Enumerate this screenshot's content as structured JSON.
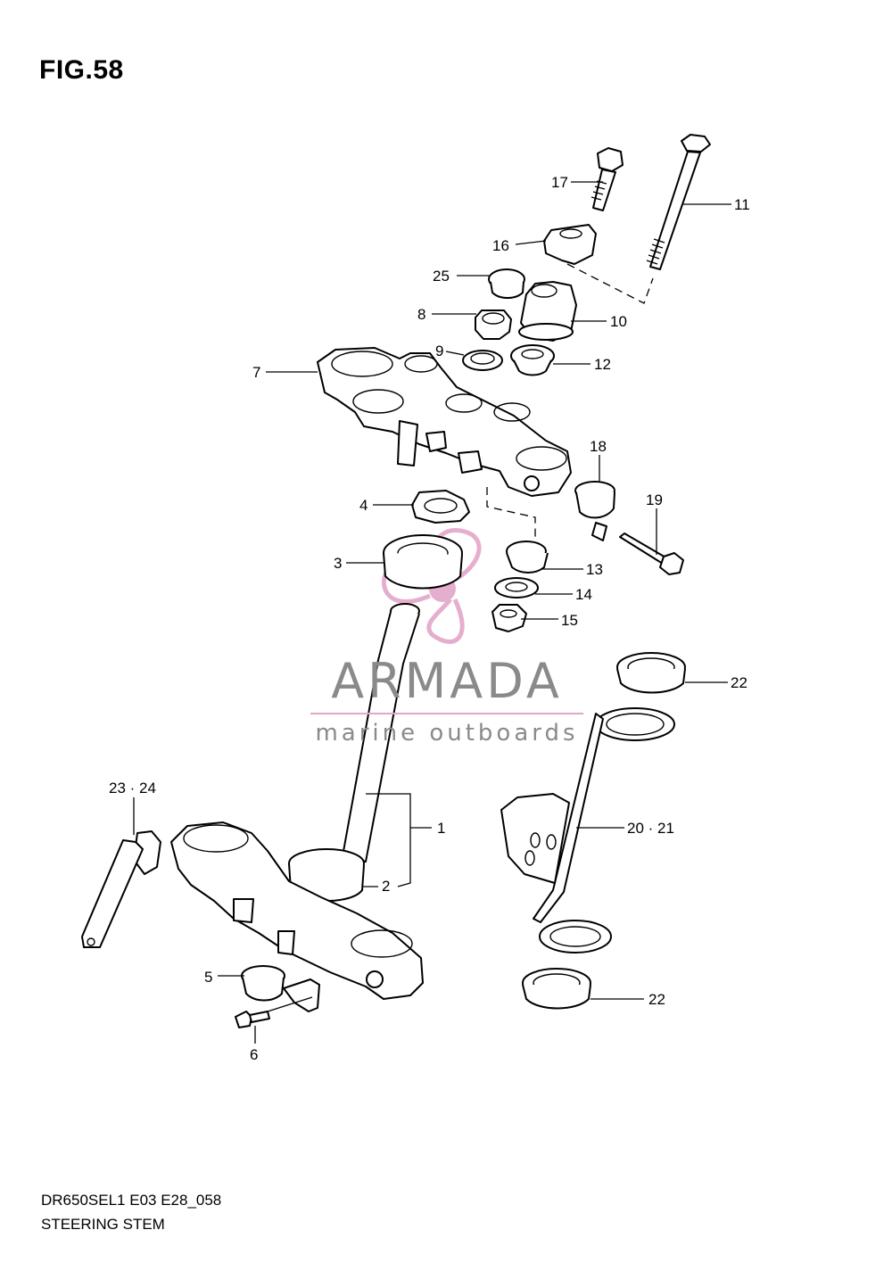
{
  "figure": {
    "title": "FIG.58"
  },
  "footer": {
    "model_code": "DR650SEL1 E03 E28_058",
    "assembly_name": "STEERING STEM"
  },
  "watermark": {
    "brand": "ARMADA",
    "tagline": "marine outboards",
    "accent_color": "#e3a6c8",
    "text_color": "#8a8a8a"
  },
  "callouts": [
    {
      "id": "1",
      "label": "1"
    },
    {
      "id": "2",
      "label": "2"
    },
    {
      "id": "3",
      "label": "3"
    },
    {
      "id": "4",
      "label": "4"
    },
    {
      "id": "5",
      "label": "5"
    },
    {
      "id": "6",
      "label": "6"
    },
    {
      "id": "7",
      "label": "7"
    },
    {
      "id": "8",
      "label": "8"
    },
    {
      "id": "9",
      "label": "9"
    },
    {
      "id": "10",
      "label": "10"
    },
    {
      "id": "11",
      "label": "11"
    },
    {
      "id": "12",
      "label": "12"
    },
    {
      "id": "13",
      "label": "13"
    },
    {
      "id": "14",
      "label": "14"
    },
    {
      "id": "15",
      "label": "15"
    },
    {
      "id": "16",
      "label": "16"
    },
    {
      "id": "17",
      "label": "17"
    },
    {
      "id": "18",
      "label": "18"
    },
    {
      "id": "19",
      "label": "19"
    },
    {
      "id": "20-21",
      "label": "20 · 21"
    },
    {
      "id": "22a",
      "label": "22"
    },
    {
      "id": "22b",
      "label": "22"
    },
    {
      "id": "23-24",
      "label": "23 · 24"
    },
    {
      "id": "25",
      "label": "25"
    }
  ]
}
